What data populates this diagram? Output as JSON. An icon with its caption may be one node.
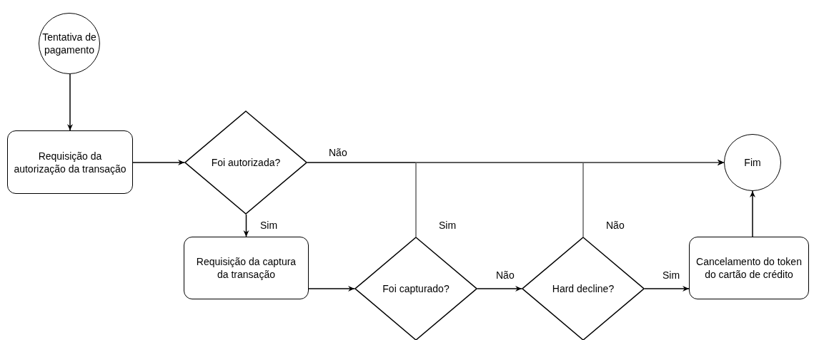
{
  "diagram": {
    "nodes": [
      {
        "text": [
          "Tentativa de pagamento"
        ]
      },
      {
        "text": [
          "Requisição da autorização da transação"
        ]
      },
      {
        "text": [
          "Foi autorizada?"
        ]
      },
      {
        "text": [
          "Fim"
        ]
      },
      {
        "text": [
          "Requisição da captura da transação"
        ]
      },
      {
        "text": [
          "Foi capturado?"
        ]
      },
      {
        "text": [
          "Hard decline?"
        ]
      },
      {
        "text": [
          "Cancelamento do token do cartão de crédito"
        ]
      }
    ],
    "edges": [
      {
        "from": 0,
        "to": 1,
        "arrow": "to"
      },
      {
        "from": 1,
        "to": 2,
        "arrow": "to"
      },
      {
        "from": 2,
        "to": 3,
        "arrow": "to",
        "label": "Não"
      },
      {
        "from": 2,
        "to": 4,
        "arrow": "to",
        "label": "Sim"
      },
      {
        "from": 4,
        "to": 5,
        "arrow": "to"
      },
      {
        "from": 5,
        "to": 3,
        "arrow": "to",
        "label": "Sim",
        "color": "#666666"
      },
      {
        "from": 5,
        "to": 6,
        "arrow": "to",
        "label": "Não"
      },
      {
        "from": 6,
        "to": 3,
        "arrow": "to",
        "label": "Não",
        "color": "#666666"
      },
      {
        "from": 6,
        "to": 7,
        "arrow": "to",
        "label": "Sim"
      },
      {
        "from": 7,
        "to": 3,
        "arrow": "to"
      }
    ]
  }
}
